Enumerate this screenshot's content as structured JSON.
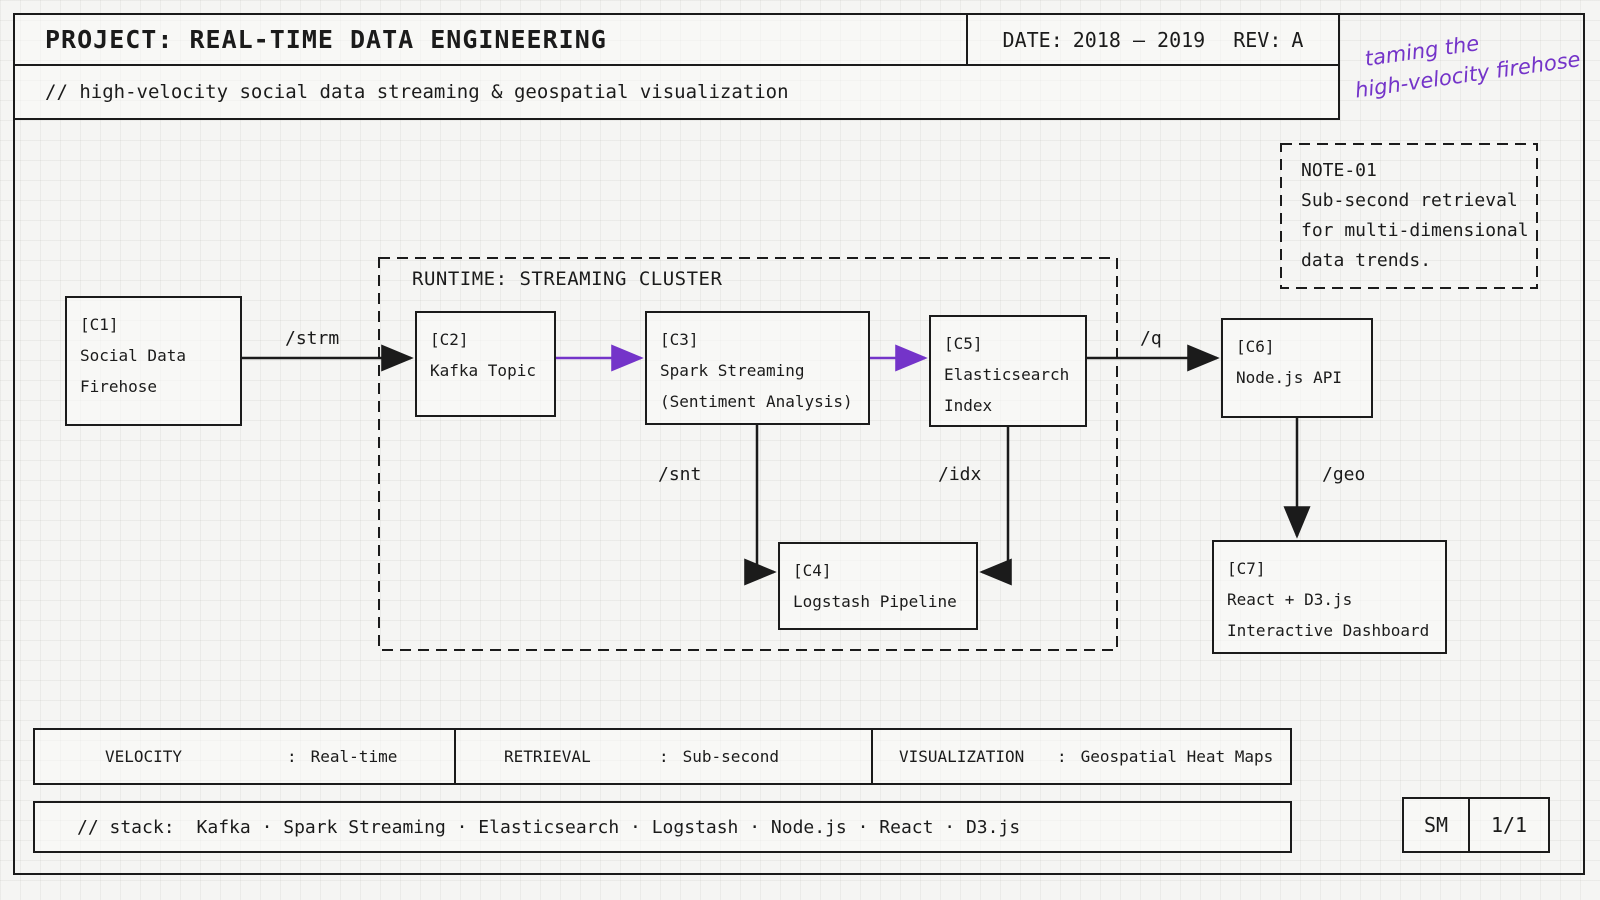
{
  "colors": {
    "accent": "#7434c9",
    "ink": "#1b1b1b"
  },
  "header": {
    "title": "PROJECT: REAL-TIME DATA ENGINEERING",
    "date_label": "DATE:",
    "date_value": "2018 — 2019",
    "rev_label": "REV:",
    "rev_value": "A",
    "subtitle": "// high-velocity social data streaming & geospatial visualization"
  },
  "annotation": {
    "line1": "taming the",
    "line2": "high-velocity firehose"
  },
  "note": {
    "id": "NOTE-01",
    "lines": [
      "Sub-second retrieval",
      "for multi-dimensional",
      "data trends."
    ]
  },
  "cluster": {
    "label": "RUNTIME: STREAMING CLUSTER"
  },
  "components": {
    "c1": {
      "id": "[C1]",
      "lines": [
        "Social Data",
        "Firehose"
      ]
    },
    "c2": {
      "id": "[C2]",
      "lines": [
        "Kafka Topic"
      ]
    },
    "c3": {
      "id": "[C3]",
      "lines": [
        "Spark Streaming",
        "(Sentiment Analysis)"
      ]
    },
    "c4": {
      "id": "[C4]",
      "lines": [
        "Logstash Pipeline"
      ]
    },
    "c5": {
      "id": "[C5]",
      "lines": [
        "Elasticsearch",
        "Index"
      ]
    },
    "c6": {
      "id": "[C6]",
      "lines": [
        "Node.js API"
      ]
    },
    "c7": {
      "id": "[C7]",
      "lines": [
        "React + D3.js",
        "Interactive Dashboard"
      ]
    }
  },
  "edges": {
    "strm": "/strm",
    "q": "/q",
    "snt": "/snt",
    "idx": "/idx",
    "geo": "/geo"
  },
  "specs": [
    {
      "label": "VELOCITY",
      "sep": ":",
      "value": "Real-time"
    },
    {
      "label": "RETRIEVAL",
      "sep": ":",
      "value": "Sub-second"
    },
    {
      "label": "VISUALIZATION",
      "sep": ":",
      "value": "Geospatial Heat Maps"
    }
  ],
  "stack": {
    "prefix": "// stack:",
    "items": "Kafka · Spark Streaming · Elasticsearch · Logstash · Node.js · React · D3.js"
  },
  "titleblock": {
    "scale": "SM",
    "page": "1/1"
  }
}
